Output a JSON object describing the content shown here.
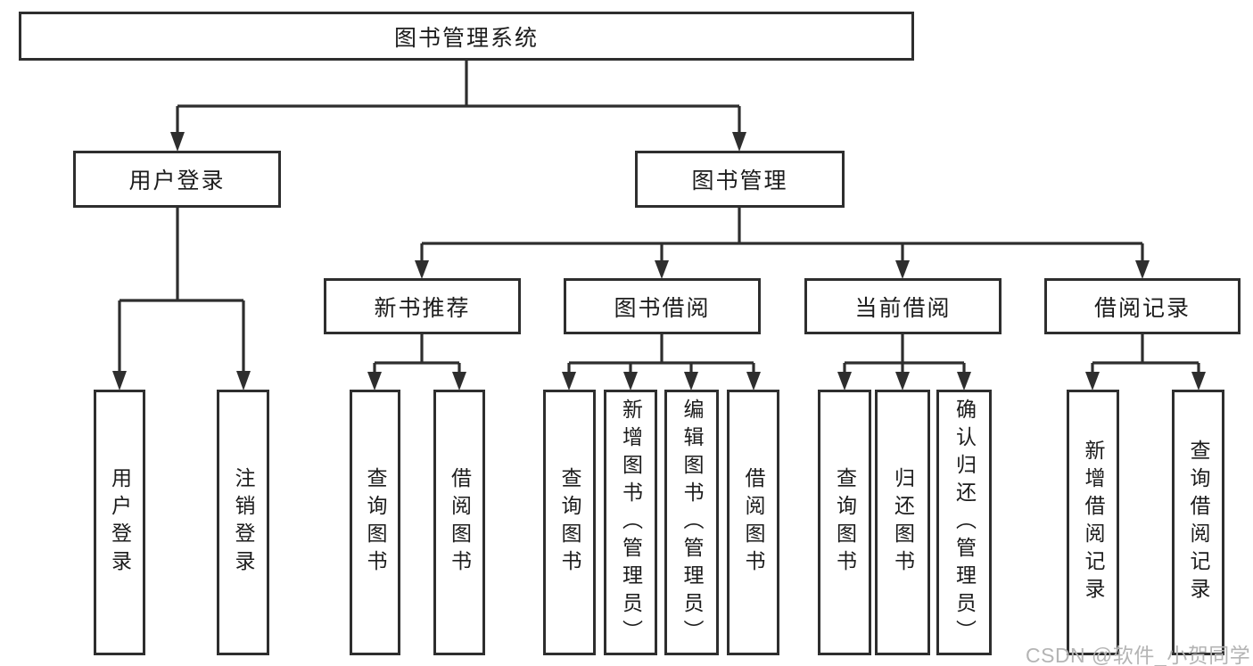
{
  "diagram": {
    "root": {
      "label": "图书管理系统"
    },
    "branches": [
      {
        "label": "用户登录",
        "children": [
          {
            "label": "用户登录"
          },
          {
            "label": "注销登录"
          }
        ]
      },
      {
        "label": "图书管理",
        "children": [
          {
            "label": "新书推荐",
            "children": [
              {
                "label": "查询图书"
              },
              {
                "label": "借阅图书"
              }
            ]
          },
          {
            "label": "图书借阅",
            "children": [
              {
                "label": "查询图书"
              },
              {
                "label": "新增图书（管理员）"
              },
              {
                "label": "编辑图书（管理员）"
              },
              {
                "label": "借阅图书"
              }
            ]
          },
          {
            "label": "当前借阅",
            "children": [
              {
                "label": "查询图书"
              },
              {
                "label": "归还图书"
              },
              {
                "label": "确认归还（管理员）"
              }
            ]
          },
          {
            "label": "借阅记录",
            "children": [
              {
                "label": "新增借阅记录"
              },
              {
                "label": "查询借阅记录"
              }
            ]
          }
        ]
      }
    ]
  },
  "watermark": {
    "text": "CSDN @软件_小贺同学"
  },
  "colors": {
    "line": "#2e2e2e",
    "box_border": "#2e2e2e",
    "box_background": "#ffffff",
    "text": "#1c1c1c",
    "watermark": "#b4b4b4",
    "page_background": "#ffffff"
  }
}
